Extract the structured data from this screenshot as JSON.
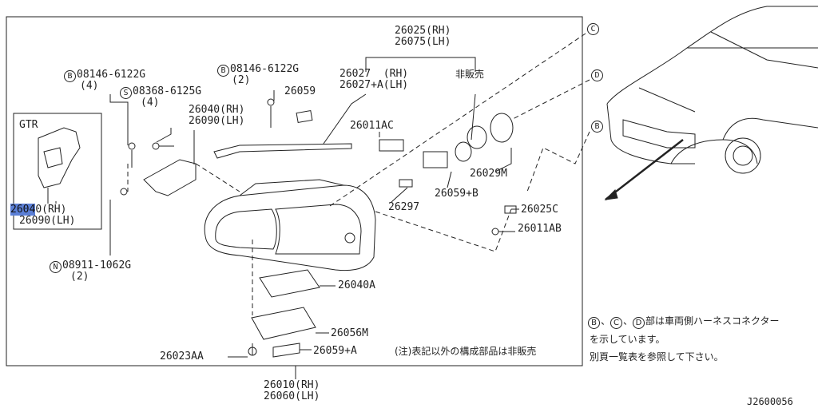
{
  "diagram": {
    "parts": {
      "p26025_rh": "26025(RH)",
      "p26075_lh": "26075(LH)",
      "p26027_rh": "26027  (RH)",
      "p26027a_lh": "26027+A(LH)",
      "not_for_sale": "非販売",
      "p26059": "26059",
      "p26011ac": "26011AC",
      "p26029m": "26029M",
      "p26059b": "26059+B",
      "p26297": "26297",
      "p26025c": "26025C",
      "p26011ab": "26011AB",
      "p26040a": "26040A",
      "p26056m": "26056M",
      "p26059a": "26059+A",
      "p26023aa": "26023AA",
      "p26010_rh": "26010(RH)",
      "p26060_lh": "26060(LH)",
      "p26040_rh": "26040(RH)",
      "p26090_lh": "26090(LH)",
      "gtr_p26040_pre": "2604",
      "gtr_p26040_post": "0(RH)",
      "gtr_p26090": "26090(LH)"
    },
    "fasteners": {
      "b1_code": "B",
      "b1_part": "08146-6122G",
      "b1_qty": "(4)",
      "b2_code": "B",
      "b2_part": "08146-6122G",
      "b2_qty": "(2)",
      "s_code": "S",
      "s_part": "08368-6125G",
      "s_qty": "(4)",
      "n_code": "N",
      "n_part": "08911-1062G",
      "n_qty": "(2)"
    },
    "connectors": {
      "c": "C",
      "d": "D",
      "b": "B"
    },
    "gtr_label": "GTR",
    "note": "(注)表記以外の構成部品は非販売",
    "legend": {
      "line1_b": "B",
      "line1_sep1": "、",
      "line1_c": "C",
      "line1_sep2": "、",
      "line1_d": "D",
      "line1_text": "部は車両側ハーネスコネクター",
      "line2": "を示しています。",
      "line3": "別頁一覧表を参照して下さい。"
    },
    "figure_id": "J2600056"
  }
}
